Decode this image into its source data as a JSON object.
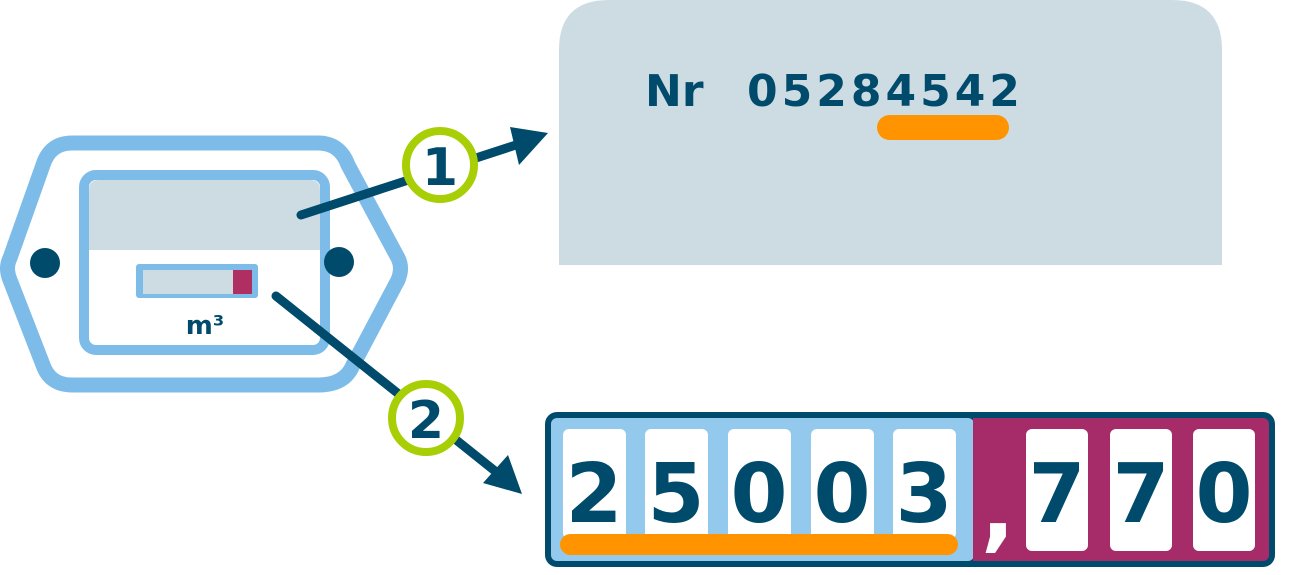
{
  "meter": {
    "unit_label": "m³"
  },
  "callouts": [
    {
      "label": "1"
    },
    {
      "label": "2"
    }
  ],
  "serial_panel": {
    "prefix": "Nr",
    "number": "05284542",
    "highlighted_digits": "542"
  },
  "reading": {
    "integer_digits": [
      "2",
      "5",
      "0",
      "0",
      "3"
    ],
    "separator": ",",
    "decimal_digits": [
      "7",
      "7",
      "0"
    ]
  },
  "colors": {
    "dark_blue": "#004b6b",
    "light_blue": "#7dbce8",
    "panel_gray": "#cddce3",
    "magenta": "#a62c69",
    "orange": "#ff9400",
    "lime": "#a8cf06"
  }
}
